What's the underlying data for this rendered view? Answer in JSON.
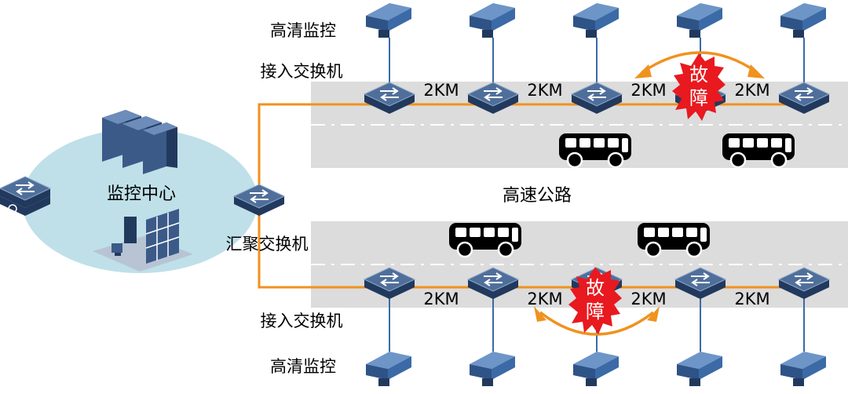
{
  "labels": {
    "hd_camera_top": "高清监控",
    "access_switch_top": "接入交换机",
    "monitoring_center": "监控中心",
    "aggregation_switch": "汇聚交换机",
    "highway": "高速公路",
    "access_switch_bottom": "接入交换机",
    "hd_camera_bottom": "高清监控"
  },
  "distance_label": "2KM",
  "fault": {
    "line1": "故",
    "line2": "障"
  },
  "colors": {
    "ring": "#f0921e",
    "road": "#dcdcdc",
    "switch_top": "#4f6f9a",
    "switch_side": "#22395e",
    "camera": "#3b6aa6",
    "fault_burst": "#e8191f",
    "center_ellipse": "#bfe0e8",
    "bus": "#000000"
  },
  "icons": {
    "switch": "network-switch-icon",
    "camera": "surveillance-camera-icon",
    "bus": "bus-icon",
    "server": "server-rack-icon",
    "video_wall": "video-wall-icon",
    "fault": "fault-burst-icon",
    "arrow": "curved-double-arrow-icon"
  }
}
